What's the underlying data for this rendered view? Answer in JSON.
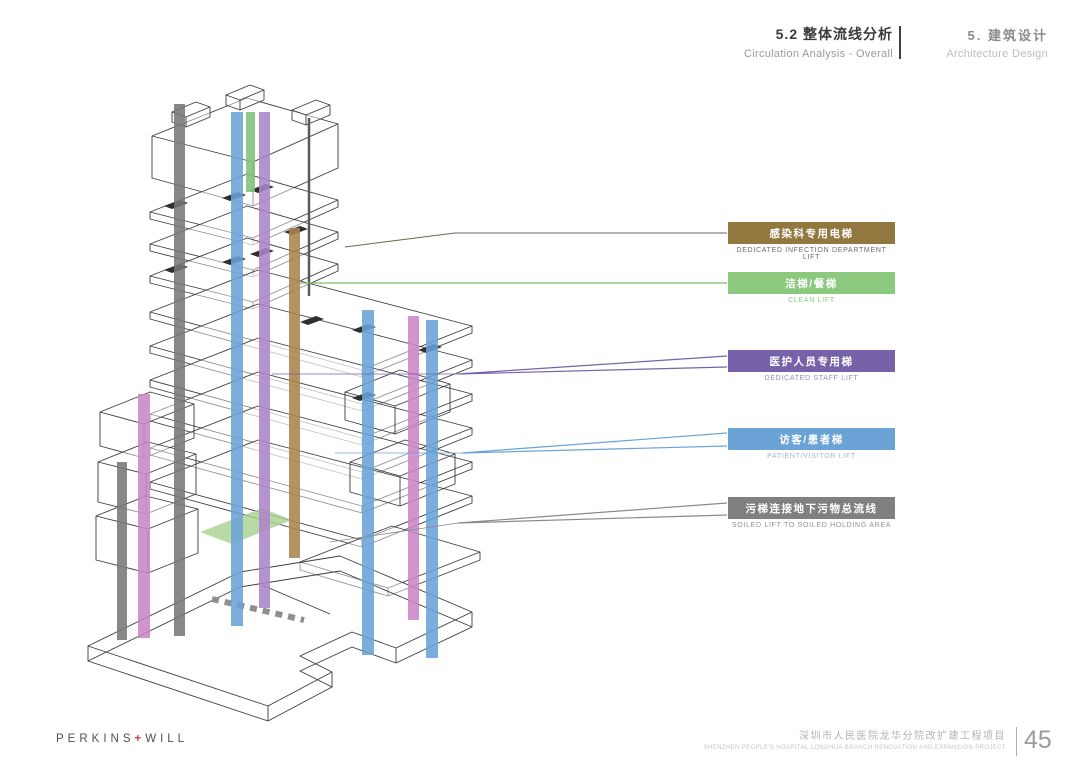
{
  "header": {
    "section_title_zh": "5.2 整体流线分析",
    "section_title_en": "Circulation Analysis - Overall",
    "chapter_title_zh": "5. 建筑设计",
    "chapter_title_en": "Architecture Design"
  },
  "legend": {
    "items": [
      {
        "label_zh": "感染科专用电梯",
        "label_en": "DEDICATED INFECTION DEPARTMENT LIFT",
        "color": "#92773f",
        "text_color": "#6a6a6a"
      },
      {
        "label_zh": "洁梯/餐梯",
        "label_en": "CLEAN LIFT",
        "color": "#8cc87e",
        "text_color": "#8cc87e"
      },
      {
        "label_zh": "医护人员专用梯",
        "label_en": "DEDICATED STAFF LIFT",
        "color": "#7662a8",
        "text_color": "#958fae"
      },
      {
        "label_zh": "访客/患者梯",
        "label_en": "PATIENT/VISITOR LIFT",
        "color": "#6ba3d6",
        "text_color": "#9db9d6"
      },
      {
        "label_zh": "污梯连接地下污物总流线",
        "label_en": "SOILED LIFT TO SOILED HOLDING AREA",
        "color": "#808080",
        "text_color": "#909090"
      }
    ]
  },
  "diagram": {
    "wireframe_color": "#3b3b3b",
    "shaft_colors": {
      "brown": "#a8834f",
      "green": "#82c17a",
      "violet": "#ab84c8",
      "magenta": "#cb85c6",
      "blue": "#6ba3d6",
      "gray": "#787878",
      "purple": "#7662a8"
    },
    "green_zone_color": "#a9d18e",
    "leader_colors": {
      "infection": "#6f6552",
      "clean": "#7cb96a",
      "staff": "#7662a8",
      "visitor": "#6ba3d6",
      "soiled": "#8a8a8a"
    }
  },
  "footer": {
    "logo_text_1": "PERKINS",
    "logo_plus": "+",
    "logo_text_2": "WILL",
    "project_name_zh": "深圳市人民医院龙华分院改扩建工程项目",
    "project_name_en": "SHENZHEN PEOPLE'S HOSPITAL LONGHUA BRANCH RENOVATION AND EXPANSION  PROJECT",
    "page_number": "45"
  }
}
